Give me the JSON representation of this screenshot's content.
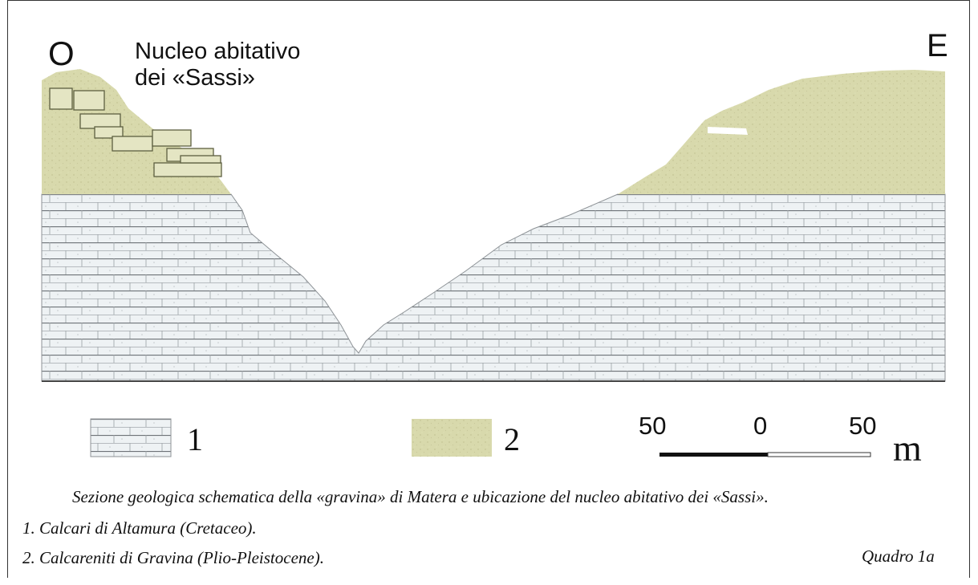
{
  "diagram": {
    "west_label": "O",
    "east_label": "E",
    "settlement_label_line1": "Nucleo abitativo",
    "settlement_label_line2": "dei «Sassi»",
    "colors": {
      "limestone_fill": "#eef2f4",
      "limestone_lines": "#6e7378",
      "calcarenite_fill": "#d8d9ac",
      "outline": "#333333"
    }
  },
  "legend": {
    "item1_label": "1",
    "item2_label": "2"
  },
  "scale": {
    "left_value": "50",
    "center_value": "0",
    "right_value": "50",
    "unit": "m"
  },
  "caption": {
    "line1": "Sezione geologica schematica della «gravina» di Matera e ubicazione del nucleo abitativo dei «Sassi».",
    "line2": "1. Calcari di Altamura (Cretaceo).",
    "line3": "2. Calcareniti di Gravina (Plio-Pleistocene).",
    "reference": "Quadro 1a"
  }
}
